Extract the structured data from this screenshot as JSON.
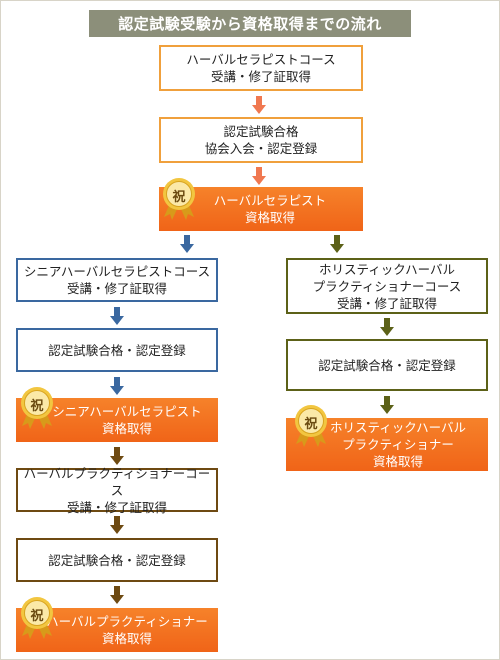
{
  "title": "認定試験受験から資格取得までの流れ",
  "badge_char": "祝",
  "colors": {
    "arrow_top": "#f07850",
    "arrow_blue": "#3a68a0",
    "arrow_green": "#5c6118",
    "arrow_brown": "#6e4a12",
    "result_orange": "#f27020",
    "badge_gold": "#e8b830"
  },
  "main": {
    "course_line1": "ハーバルセラピストコース",
    "course_line2": "受講・修了証取得",
    "exam_line1": "認定試験合格",
    "exam_line2": "協会入会・認定登録",
    "result_line1": "ハーバルセラピスト",
    "result_line2": "資格取得"
  },
  "left": {
    "senior_course_line1": "シニアハーバルセラピストコース",
    "senior_course_line2": "受講・修了証取得",
    "senior_exam": "認定試験合格・認定登録",
    "senior_result_line1": "シニアハーバルセラピスト",
    "senior_result_line2": "資格取得",
    "practitioner_course_line1": "ハーバルプラクティショナーコース",
    "practitioner_course_line2": "受講・修了証取得",
    "practitioner_exam": "認定試験合格・認定登録",
    "practitioner_result_line1": "ハーバルプラクティショナー",
    "practitioner_result_line2": "資格取得"
  },
  "right": {
    "holistic_course_line1": "ホリスティックハーバル",
    "holistic_course_line2": "プラクティショナーコース",
    "holistic_course_line3": "受講・修了証取得",
    "holistic_exam": "認定試験合格・認定登録",
    "holistic_result_line1": "ホリスティックハーバル",
    "holistic_result_line2": "プラクティショナー",
    "holistic_result_line3": "資格取得"
  }
}
